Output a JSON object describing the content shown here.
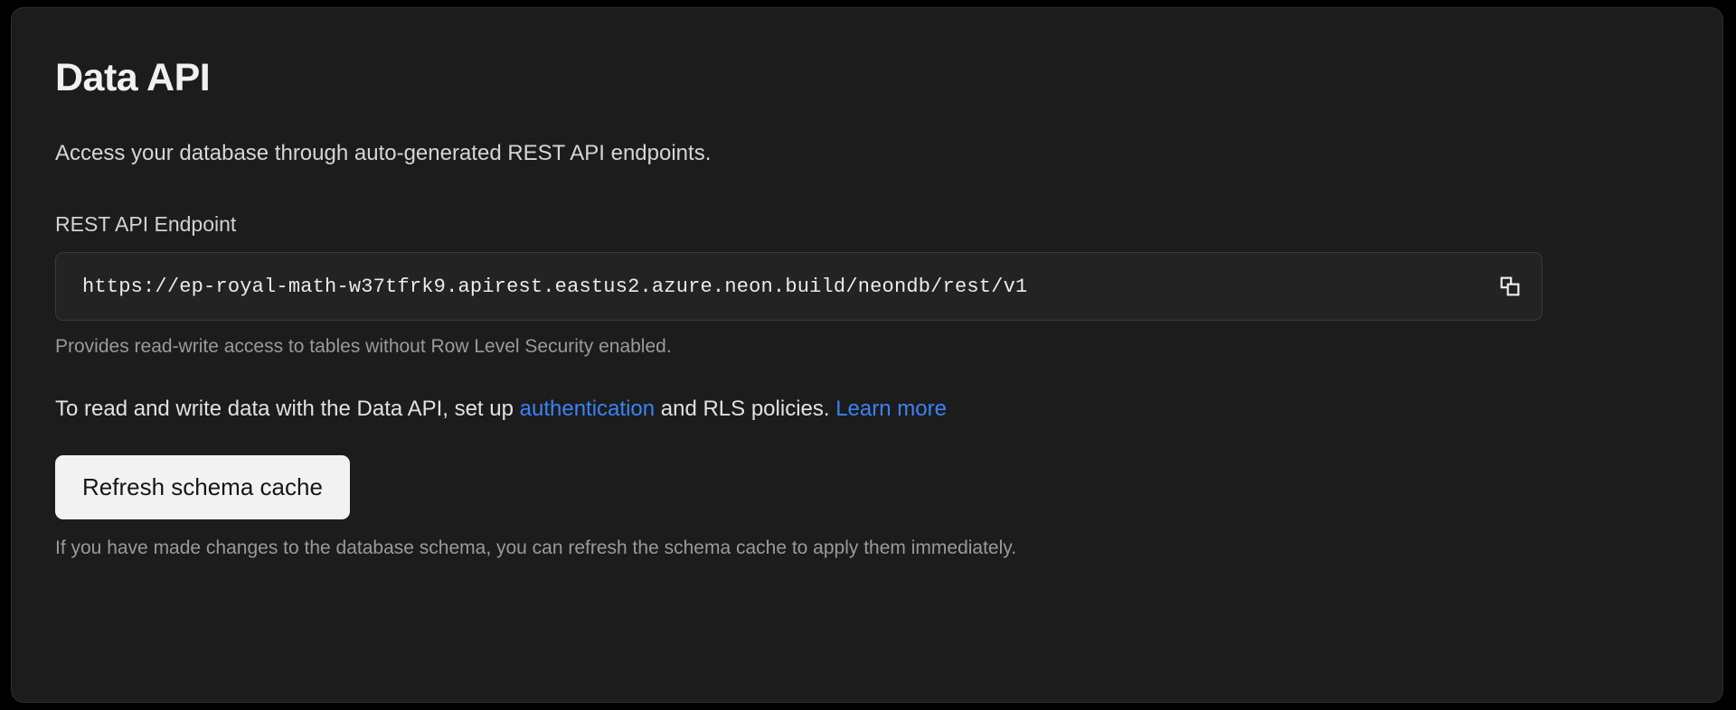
{
  "card": {
    "title": "Data API",
    "subtitle": "Access your database through auto-generated REST API endpoints.",
    "endpoint": {
      "label": "REST API Endpoint",
      "value": "https://ep-royal-math-w37tfrk9.apirest.eastus2.azure.neon.build/neondb/rest/v1",
      "copy_icon": "copy-icon",
      "helper_text": "Provides read-write access to tables without Row Level Security enabled."
    },
    "info": {
      "prefix": "To read and write data with the Data API, set up ",
      "link_auth": "authentication",
      "middle": " and RLS policies. ",
      "link_learn": "Learn more"
    },
    "refresh": {
      "button_label": "Refresh schema cache",
      "footer_text": "If you have made changes to the database schema, you can refresh the schema cache to apply them immediately."
    }
  },
  "colors": {
    "page_background": "#000000",
    "card_background": "#1c1c1c",
    "card_border": "#2e2e2e",
    "input_background": "#232323",
    "input_border": "#3a3a3a",
    "link": "#3b82f6",
    "button_background": "#f2f2f2",
    "button_text": "#161616",
    "muted_text": "#9a9a9a",
    "primary_text": "#f0f0f0"
  }
}
